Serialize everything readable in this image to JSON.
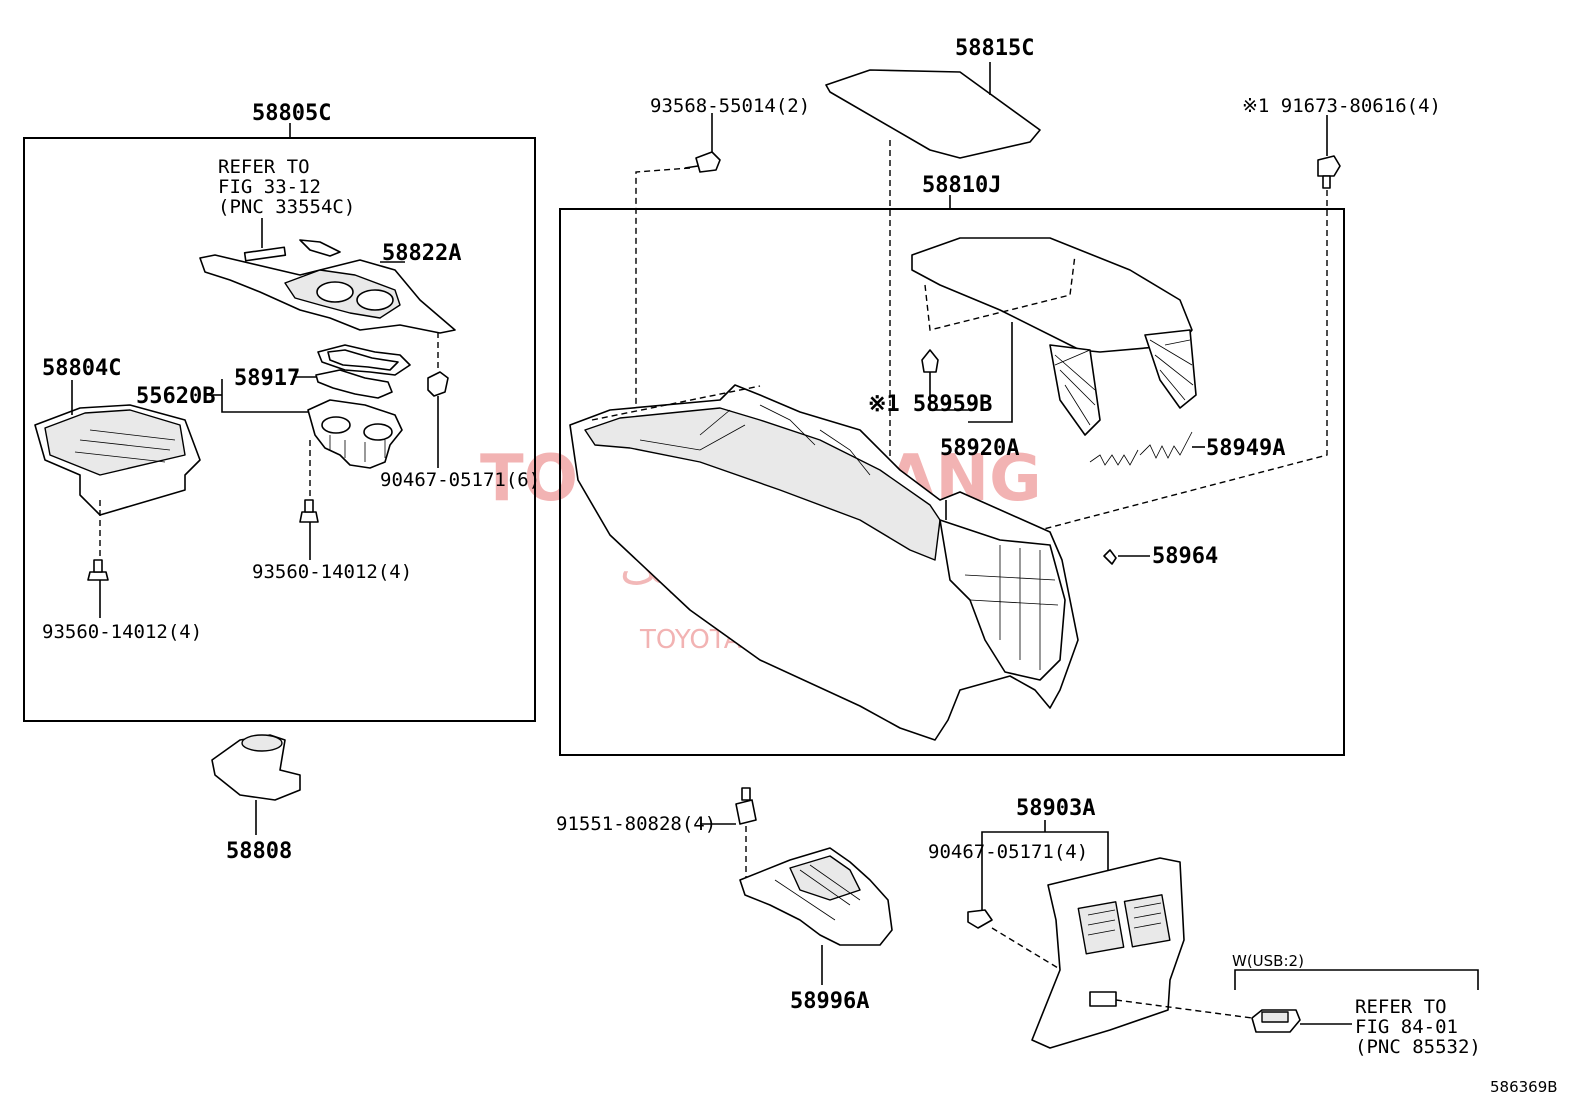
{
  "watermark": {
    "brand": "TOYOTA URANG",
    "persian": "تویوتا اورنگ",
    "site": "TOYOTAPART.IR"
  },
  "drawing_number": "586369B",
  "left_group": {
    "title": "58805C",
    "refer_note": [
      "REFER TO",
      "FIG 33-12",
      "(PNC 33554C)"
    ],
    "parts": {
      "p58822A": "58822A",
      "p58804C": "58804C",
      "p55620B": "55620B",
      "p58917": "58917",
      "p90467": "90467-05171(6)",
      "p93560a": "93560-14012(4)",
      "p93560b": "93560-14012(4)"
    }
  },
  "standalone": {
    "p58808": "58808",
    "p58815C": "58815C",
    "p93568": "93568-55014(2)",
    "p91673": "※1 91673-80616(4)"
  },
  "console_group": {
    "title": "58810J",
    "parts": {
      "p58959B": "※1 58959B",
      "p58920A": "58920A",
      "p58949A": "58949A",
      "p58964": "58964"
    }
  },
  "bottom": {
    "p91551": "91551-80828(4)",
    "p58996A": "58996A",
    "p58903A": "58903A",
    "p90467b": "90467-05171(4)",
    "usb_condition": "W(USB:2)",
    "refer_note2": [
      "REFER TO",
      "FIG 84-01",
      "(PNC 85532)"
    ]
  }
}
